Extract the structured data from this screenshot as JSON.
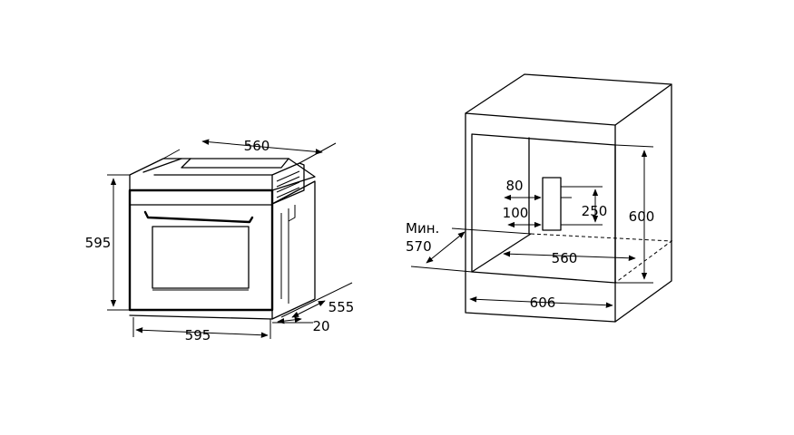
{
  "diagram": {
    "oven": {
      "width": "595",
      "height": "595",
      "top_width": "560",
      "depth": "555",
      "front_offset": "20"
    },
    "niche": {
      "height": "600",
      "width": "606",
      "inner_width": "560",
      "min_label": "Мин.",
      "min_depth": "570",
      "vent_width": "80",
      "vent_offset": "100",
      "vent_height": "250"
    }
  }
}
